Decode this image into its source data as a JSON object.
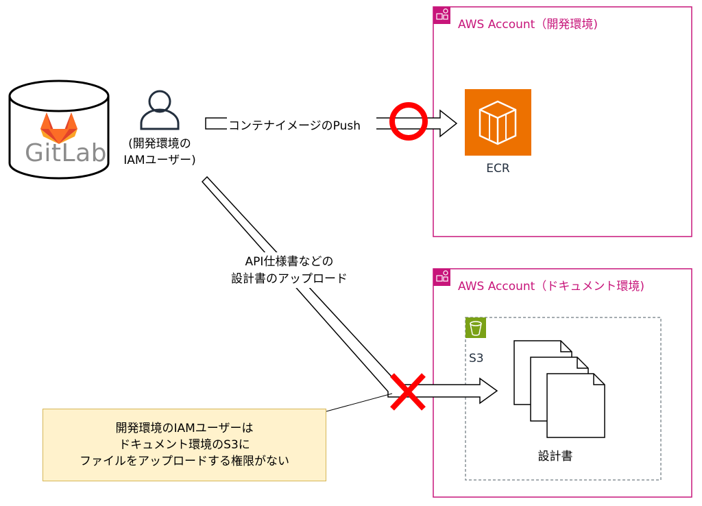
{
  "gitlab": {
    "label": "GitLab"
  },
  "user": {
    "label_line1": "(開発環境の",
    "label_line2": "IAMユーザー)"
  },
  "accounts": {
    "dev": {
      "title": "AWS Account（開発環境)"
    },
    "doc": {
      "title": "AWS Account（ドキュメント環境)"
    }
  },
  "services": {
    "ecr": {
      "label": "ECR",
      "color": "#ed7100"
    },
    "s3": {
      "label": "S3",
      "color": "#7aa116"
    }
  },
  "arrows": {
    "push": {
      "label": "コンテナイメージのPush",
      "status": "allowed"
    },
    "upload": {
      "label_line1": "API仕様書などの",
      "label_line2": "設計書のアップロード",
      "status": "denied"
    }
  },
  "documents": {
    "label": "設計書"
  },
  "note": {
    "line1": "開発環境のIAMユーザーは",
    "line2": "ドキュメント環境のS3に",
    "line3": "ファイルをアップロードする権限がない"
  },
  "colors": {
    "account_border": "#c7157a",
    "allowed_mark": "#ff0000",
    "denied_mark": "#ff0000"
  }
}
